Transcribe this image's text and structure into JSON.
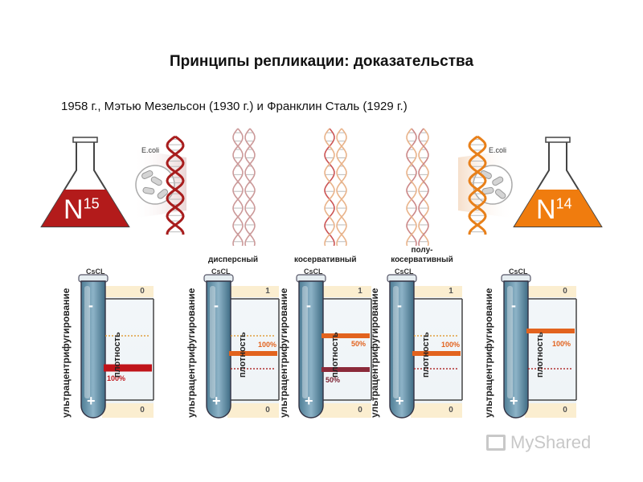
{
  "title": "Принципы репликации: доказательства",
  "subtitle": "1958 г., Мэтью Мезельсон (1930 г.) и Франклин Сталь (1929 г.)",
  "flasks": {
    "left": {
      "symbol": "N",
      "isotope": "15",
      "organism": "E.coli",
      "color": "#b31b1b"
    },
    "right": {
      "symbol": "N",
      "isotope": "14",
      "organism": "E.coli",
      "color": "#f07c0e"
    }
  },
  "models": {
    "dispersive": "дисперсный",
    "conservative": "косервативный",
    "semiconservative": "полу-\nкосервативный"
  },
  "axis": {
    "vertical_label": "ультрацентрифугирование",
    "density_label": "плотность",
    "minus": "-",
    "plus": "+",
    "cscl": "CsCL"
  },
  "tubes": [
    {
      "top": "0",
      "bottom": "0",
      "bands": [
        {
          "label": "100%",
          "color": "#c0141a"
        }
      ]
    },
    {
      "top": "1",
      "bottom": "0",
      "bands": [
        {
          "label": "100%",
          "color": "#e2631e"
        }
      ]
    },
    {
      "top": "1",
      "bottom": "0",
      "bands": [
        {
          "label": "50%",
          "color": "#e2631e"
        },
        {
          "label": "50%",
          "color": "#8b2a3a"
        }
      ]
    },
    {
      "top": "1",
      "bottom": "0",
      "bands": [
        {
          "label": "100%",
          "color": "#e2631e"
        }
      ]
    },
    {
      "top": "0",
      "bottom": "0",
      "bands": [
        {
          "label": "100%",
          "color": "#e2631e"
        }
      ]
    }
  ],
  "watermark": "MyShared"
}
